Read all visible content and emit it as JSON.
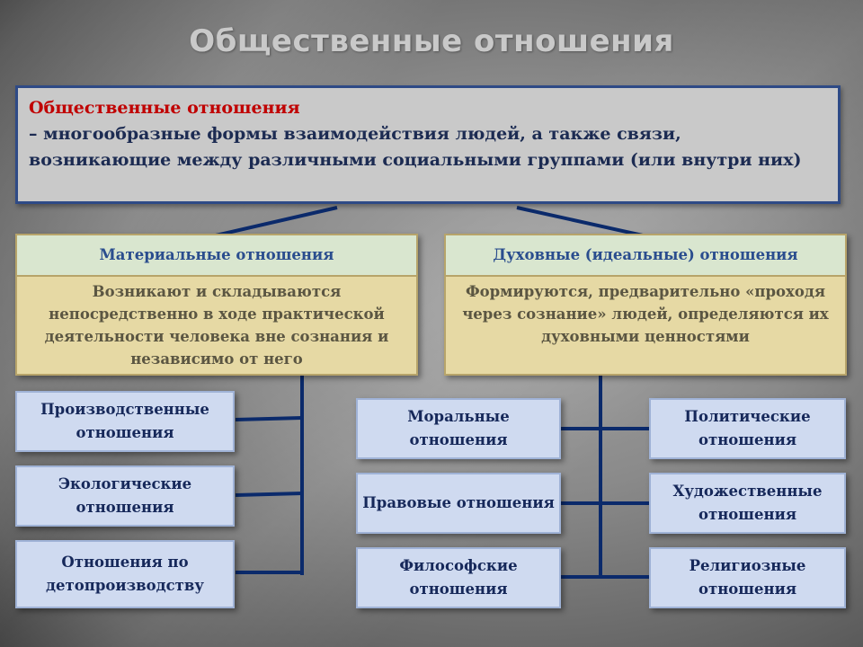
{
  "title": "Общественные отношения",
  "definition": {
    "term": "Общественные отношения",
    "text": "– многообразные формы взаимодействия людей, а также связи, возникающие между различными социальными группами (или внутри них)"
  },
  "material": {
    "header": "Материальные отношения",
    "description": "Возникают и складываются непосредственно в ходе практической деятельности человека вне сознания и независимо от него",
    "types": [
      "Производственные отношения",
      "Экологические отношения",
      "Отношения по детопроизводству"
    ]
  },
  "spiritual": {
    "header": "Духовные (идеальные) отношения",
    "description": "Формируются, предварительно «проходя через сознание» людей, определяются их духовными ценностями",
    "types_left": [
      "Моральные отношения",
      "Правовые отношения",
      "Философские отношения"
    ],
    "types_right": [
      "Политические отношения",
      "Художественные отношения",
      "Религиозные отношения"
    ]
  },
  "colors": {
    "accent_red": "#c00000",
    "line_blue": "#0b2a6b",
    "header_green": "#d9e6cf",
    "body_tan": "#e6d9a4",
    "box_blue": "#cfdaf0"
  }
}
